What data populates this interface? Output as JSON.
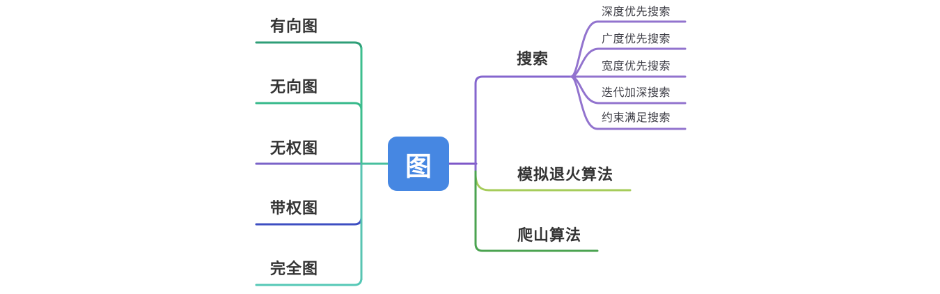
{
  "mindmap": {
    "root": {
      "label": "图",
      "bg_color": "#4687E2",
      "text_color": "#ffffff"
    },
    "left_trunk": {
      "upper_color": "#3CBE8E",
      "lower_color": "#58C4B2",
      "to_node_color": "#47BF9E"
    },
    "left_branches": [
      {
        "label": "有向图",
        "color": "#2E9E77"
      },
      {
        "label": "无向图",
        "color": "#36B98A"
      },
      {
        "label": "无权图",
        "color": "#7A63C8"
      },
      {
        "label": "带权图",
        "color": "#3D4EC2"
      },
      {
        "label": "完全图",
        "color": "#55C8B6"
      }
    ],
    "right_trunk": {
      "node_link_color": "#7E57C8"
    },
    "right_branches": [
      {
        "label": "搜索",
        "color": "#8566CE",
        "children": [
          {
            "label": "深度优先搜索",
            "color": "#9273CE"
          },
          {
            "label": "广度优先搜索",
            "color": "#9273CE"
          },
          {
            "label": "宽度优先搜索",
            "color": "#9273CE"
          },
          {
            "label": "迭代加深搜索",
            "color": "#9273CE"
          },
          {
            "label": "约束满足搜索",
            "color": "#9273CE"
          }
        ]
      },
      {
        "label": "模拟退火算法",
        "color": "#A6CC5A",
        "children": []
      },
      {
        "label": "爬山算法",
        "color": "#4BA350",
        "children": []
      }
    ]
  }
}
